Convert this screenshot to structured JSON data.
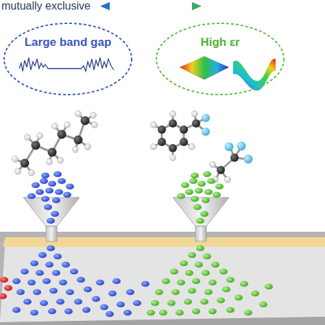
{
  "diagram": {
    "nodes": [
      {
        "text": [
          "Large band gap"
        ]
      },
      {
        "text": [
          "High εr"
        ]
      }
    ],
    "labels": [
      "mutually exclusive"
    ]
  }
}
